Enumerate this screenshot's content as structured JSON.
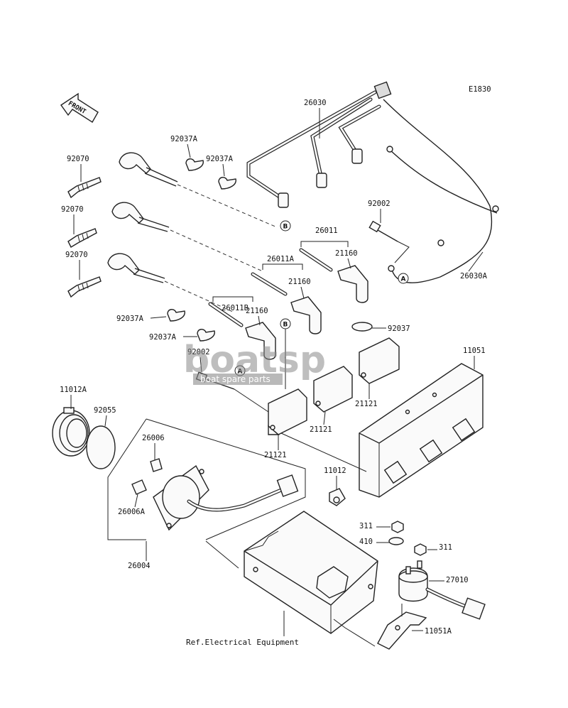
{
  "diagram_code": "E1830",
  "front_label": "FRONT",
  "reference_note": "Ref.Electrical Equipment",
  "watermark": {
    "brand": "boatsp",
    "tagline": "boat spare parts"
  },
  "markers": {
    "a": "A",
    "b": "B"
  },
  "colors": {
    "line": "#222222",
    "paper": "#ffffff",
    "watermark": "#8a8a8a"
  },
  "parts": {
    "p26030": "26030",
    "p26030A": "26030A",
    "p92037A_top1": "92037A",
    "p92037A_top2": "92037A",
    "p92070_1": "92070",
    "p92070_2": "92070",
    "p92070_3": "92070",
    "p92002_top": "92002",
    "p26011": "26011",
    "p26011A": "26011A",
    "p26011B": "26011B",
    "p21160_1": "21160",
    "p21160_2": "21160",
    "p21160_3": "21160",
    "p92037A_mid1": "92037A",
    "p92037A_mid2": "92037A",
    "p92037": "92037",
    "p92002_mid": "92002",
    "p11051": "11051",
    "p21121_1": "21121",
    "p21121_2": "21121",
    "p21121_3": "21121",
    "p11012A": "11012A",
    "p92055": "92055",
    "p26006": "26006",
    "p26006A": "26006A",
    "p26004": "26004",
    "p11012": "11012",
    "p311_1": "311",
    "p311_2": "311",
    "p410": "410",
    "p27010": "27010",
    "p11051A": "11051A"
  }
}
